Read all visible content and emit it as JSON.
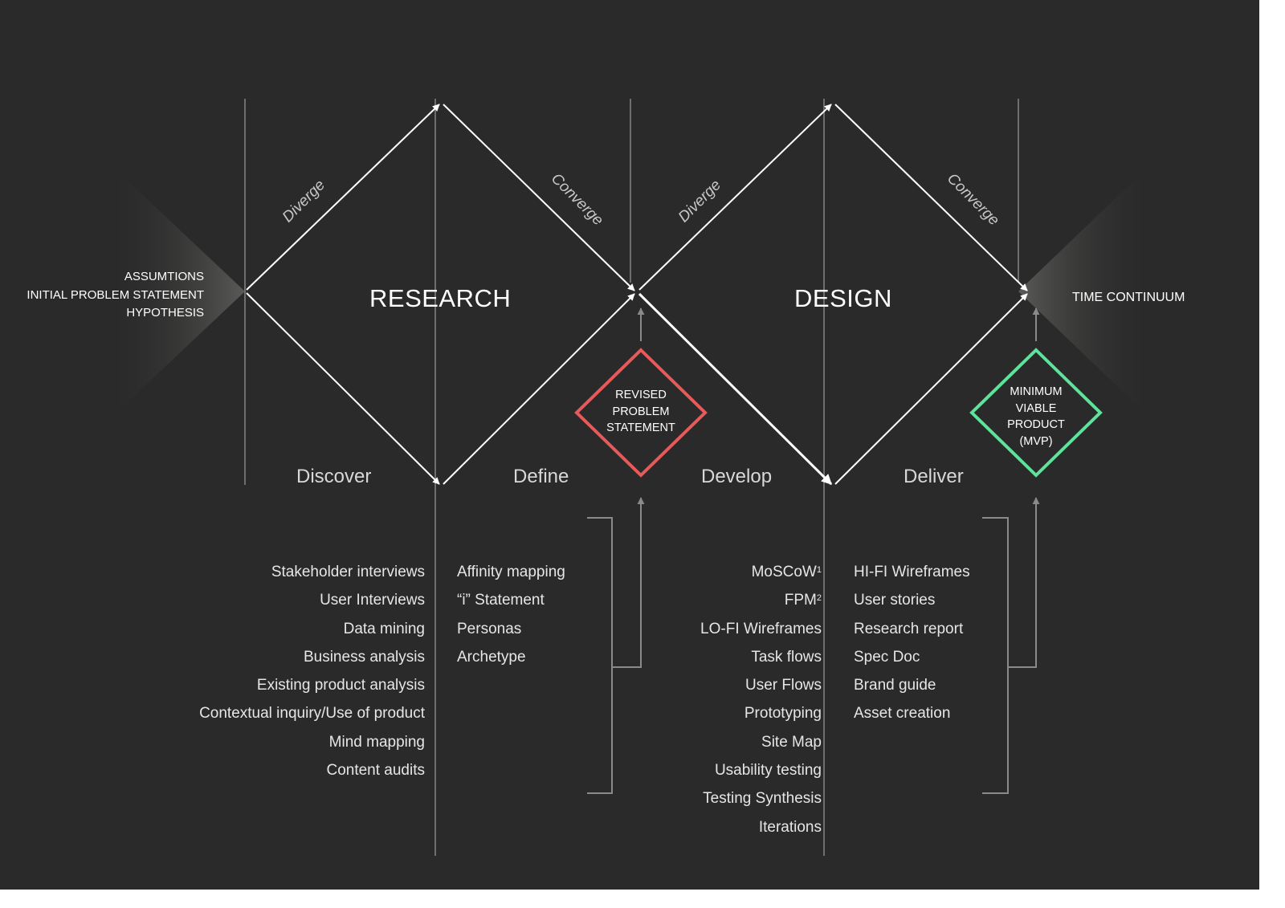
{
  "left_context": [
    "ASSUMTIONS",
    "INITIAL PROBLEM STATEMENT",
    "HYPOTHESIS"
  ],
  "sections": {
    "research": "RESEARCH",
    "design": "DESIGN"
  },
  "diamond_labels": {
    "diverge": "Diverge",
    "converge": "Converge"
  },
  "phases": [
    "Discover",
    "Define",
    "Develop",
    "Deliver"
  ],
  "outcome_diamonds": {
    "revised": {
      "lines": [
        "REVISED",
        "PROBLEM",
        "STATEMENT"
      ],
      "color": "#e85a5a"
    },
    "mvp": {
      "lines": [
        "MINIMUM",
        "VIABLE",
        "PRODUCT",
        "(MVP)"
      ],
      "color": "#5de39b"
    }
  },
  "time_label": "TIME CONTINUUM",
  "lists": {
    "discover": [
      "Stakeholder interviews",
      "User Interviews",
      "Data mining",
      "Business analysis",
      "Existing product analysis",
      "Contextual inquiry/Use of product",
      "Mind mapping",
      "Content audits"
    ],
    "define": [
      "Affinity mapping",
      "“i” Statement",
      "Personas",
      "Archetype"
    ],
    "develop": [
      {
        "text": "MoSCoW",
        "sup": "1"
      },
      {
        "text": "FPM",
        "sup": "2"
      },
      {
        "text": "LO-FI Wireframes"
      },
      {
        "text": "Task flows"
      },
      {
        "text": "User Flows"
      },
      {
        "text": "Prototyping"
      },
      {
        "text": "Site Map"
      },
      {
        "text": "Usability testing"
      },
      {
        "text": "Testing Synthesis"
      },
      {
        "text": "Iterations"
      }
    ],
    "deliver": [
      "HI-FI Wireframes",
      "User stories",
      "Research report",
      "Spec Doc",
      "Brand guide",
      "Asset creation"
    ]
  },
  "colors": {
    "background": "#2a2a2a",
    "line": "#ffffff",
    "divider": "#6e6e6e"
  }
}
